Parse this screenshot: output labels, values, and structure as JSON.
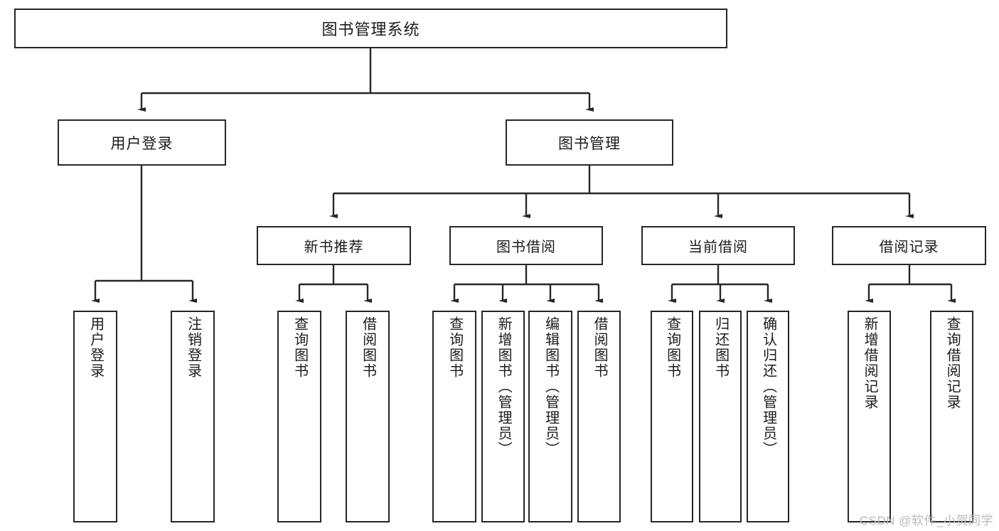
{
  "diagram": {
    "title": "图书管理系统",
    "watermark": "CSDN @软件_小贺同学",
    "line_color": "#27272a",
    "box_fill": "#ffffff",
    "text_color": "#1b1b1b",
    "nodes": {
      "root": "图书管理系统",
      "user_login": "用户登录",
      "book_manage": "图书管理",
      "new_book_rec": "新书推荐",
      "book_borrow": "图书借阅",
      "current_borrow": "当前借阅",
      "borrow_record": "借阅记录",
      "leaf_user_login": "用户登录",
      "leaf_logout": "注销登录",
      "leaf_query_book_1": "查询图书",
      "leaf_borrow_book_1": "借阅图书",
      "leaf_query_book_2": "查询图书",
      "leaf_add_book_admin": "新增图书（管理员）",
      "leaf_edit_book_admin": "编辑图书（管理员）",
      "leaf_borrow_book_2": "借阅图书",
      "leaf_query_book_3": "查询图书",
      "leaf_return_book": "归还图书",
      "leaf_confirm_return_admin": "确认归还（管理员）",
      "leaf_add_record": "新增借阅记录",
      "leaf_query_record": "查询借阅记录"
    }
  }
}
